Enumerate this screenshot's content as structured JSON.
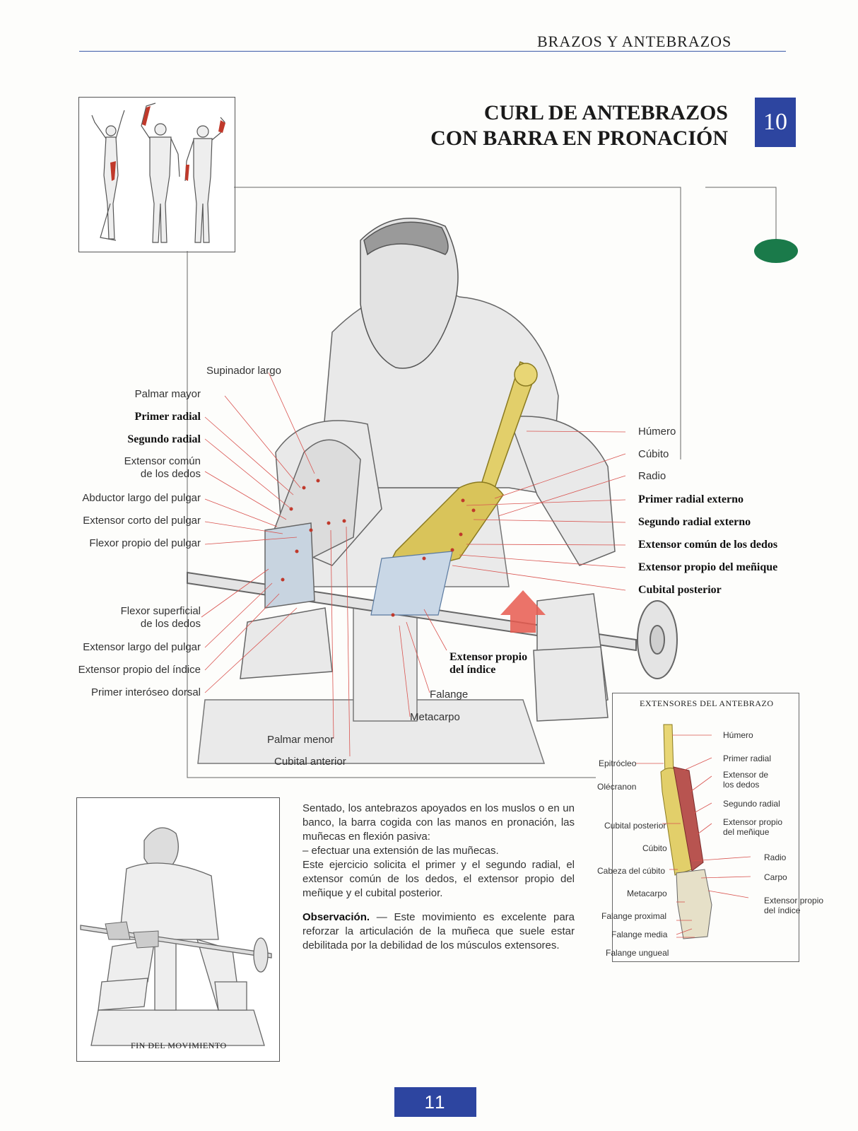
{
  "header": {
    "section": "BRAZOS Y ANTEBRAZOS"
  },
  "title": {
    "line1": "CURL DE ANTEBRAZOS",
    "line2": "CON BARRA EN PRONACIÓN",
    "number": "10"
  },
  "colors": {
    "accent": "#2d45a0",
    "marker": "#1a7a4a",
    "muscle": "#c0392b",
    "bone": "#d9c45a",
    "arrow": "#e85a4f"
  },
  "labels_left": [
    {
      "text": "Supinador largo",
      "bold": false
    },
    {
      "text": "Palmar mayor",
      "bold": false
    },
    {
      "text": "Primer radial",
      "bold": true
    },
    {
      "text": "Segundo radial",
      "bold": true
    },
    {
      "text": "Extensor común",
      "bold": false
    },
    {
      "text": "de los dedos",
      "bold": false
    },
    {
      "text": "Abductor largo del pulgar",
      "bold": false
    },
    {
      "text": "Extensor corto del pulgar",
      "bold": false
    },
    {
      "text": "Flexor propio del pulgar",
      "bold": false
    },
    {
      "text": "Flexor superficial",
      "bold": false
    },
    {
      "text": "de los dedos",
      "bold": false
    },
    {
      "text": "Extensor largo del pulgar",
      "bold": false
    },
    {
      "text": "Extensor propio del índice",
      "bold": false
    },
    {
      "text": "Primer interóseo dorsal",
      "bold": false
    }
  ],
  "labels_right": [
    {
      "text": "Húmero",
      "bold": false
    },
    {
      "text": "Cúbito",
      "bold": false
    },
    {
      "text": "Radio",
      "bold": false
    },
    {
      "text": "Primer radial externo",
      "bold": true
    },
    {
      "text": "Segundo radial externo",
      "bold": true
    },
    {
      "text": "Extensor común de los dedos",
      "bold": true
    },
    {
      "text": "Extensor propio del meñique",
      "bold": true
    },
    {
      "text": "Cubital posterior",
      "bold": true
    }
  ],
  "labels_bottom": {
    "extensor_indice_1": "Extensor propio",
    "extensor_indice_2": "del índice",
    "falange": "Falange",
    "metacarpo": "Metacarpo",
    "palmar_menor": "Palmar menor",
    "cubital_anterior": "Cubital anterior"
  },
  "inset": {
    "title": "EXTENSORES DEL ANTEBRAZO",
    "left": [
      "Epitrócleo",
      "Olécranon",
      "Cubital posterior",
      "Cúbito",
      "Cabeza del cúbito",
      "Metacarpo",
      "Falange proximal",
      "Falange media",
      "Falange ungueal"
    ],
    "right": [
      "Húmero",
      "Primer radial",
      "Extensor de",
      "los dedos",
      "Segundo radial",
      "Extensor propio",
      "del meñique",
      "Radio",
      "Carpo",
      "Extensor propio",
      "del índice"
    ]
  },
  "body": {
    "p1_lines": [
      "Sentado, los antebrazos apoyados en los muslos o en un banco, la barra cogida con las manos en pronación, las muñecas en flexión pasiva:",
      "– efectuar una extensión de las muñecas.",
      "Este ejercicio solicita el primer y el segundo radial, el extensor común de los dedos, el extensor propio del meñique y el cubital posterior."
    ],
    "obs_label": "Observación.",
    "obs_text": "— Este movimiento es excelente para reforzar la articulación de la muñeca que suele estar debilitada por la debilidad de los músculos extensores."
  },
  "bottom_figure": {
    "caption": "FIN DEL MOVIMIENTO"
  },
  "page_number": "11"
}
